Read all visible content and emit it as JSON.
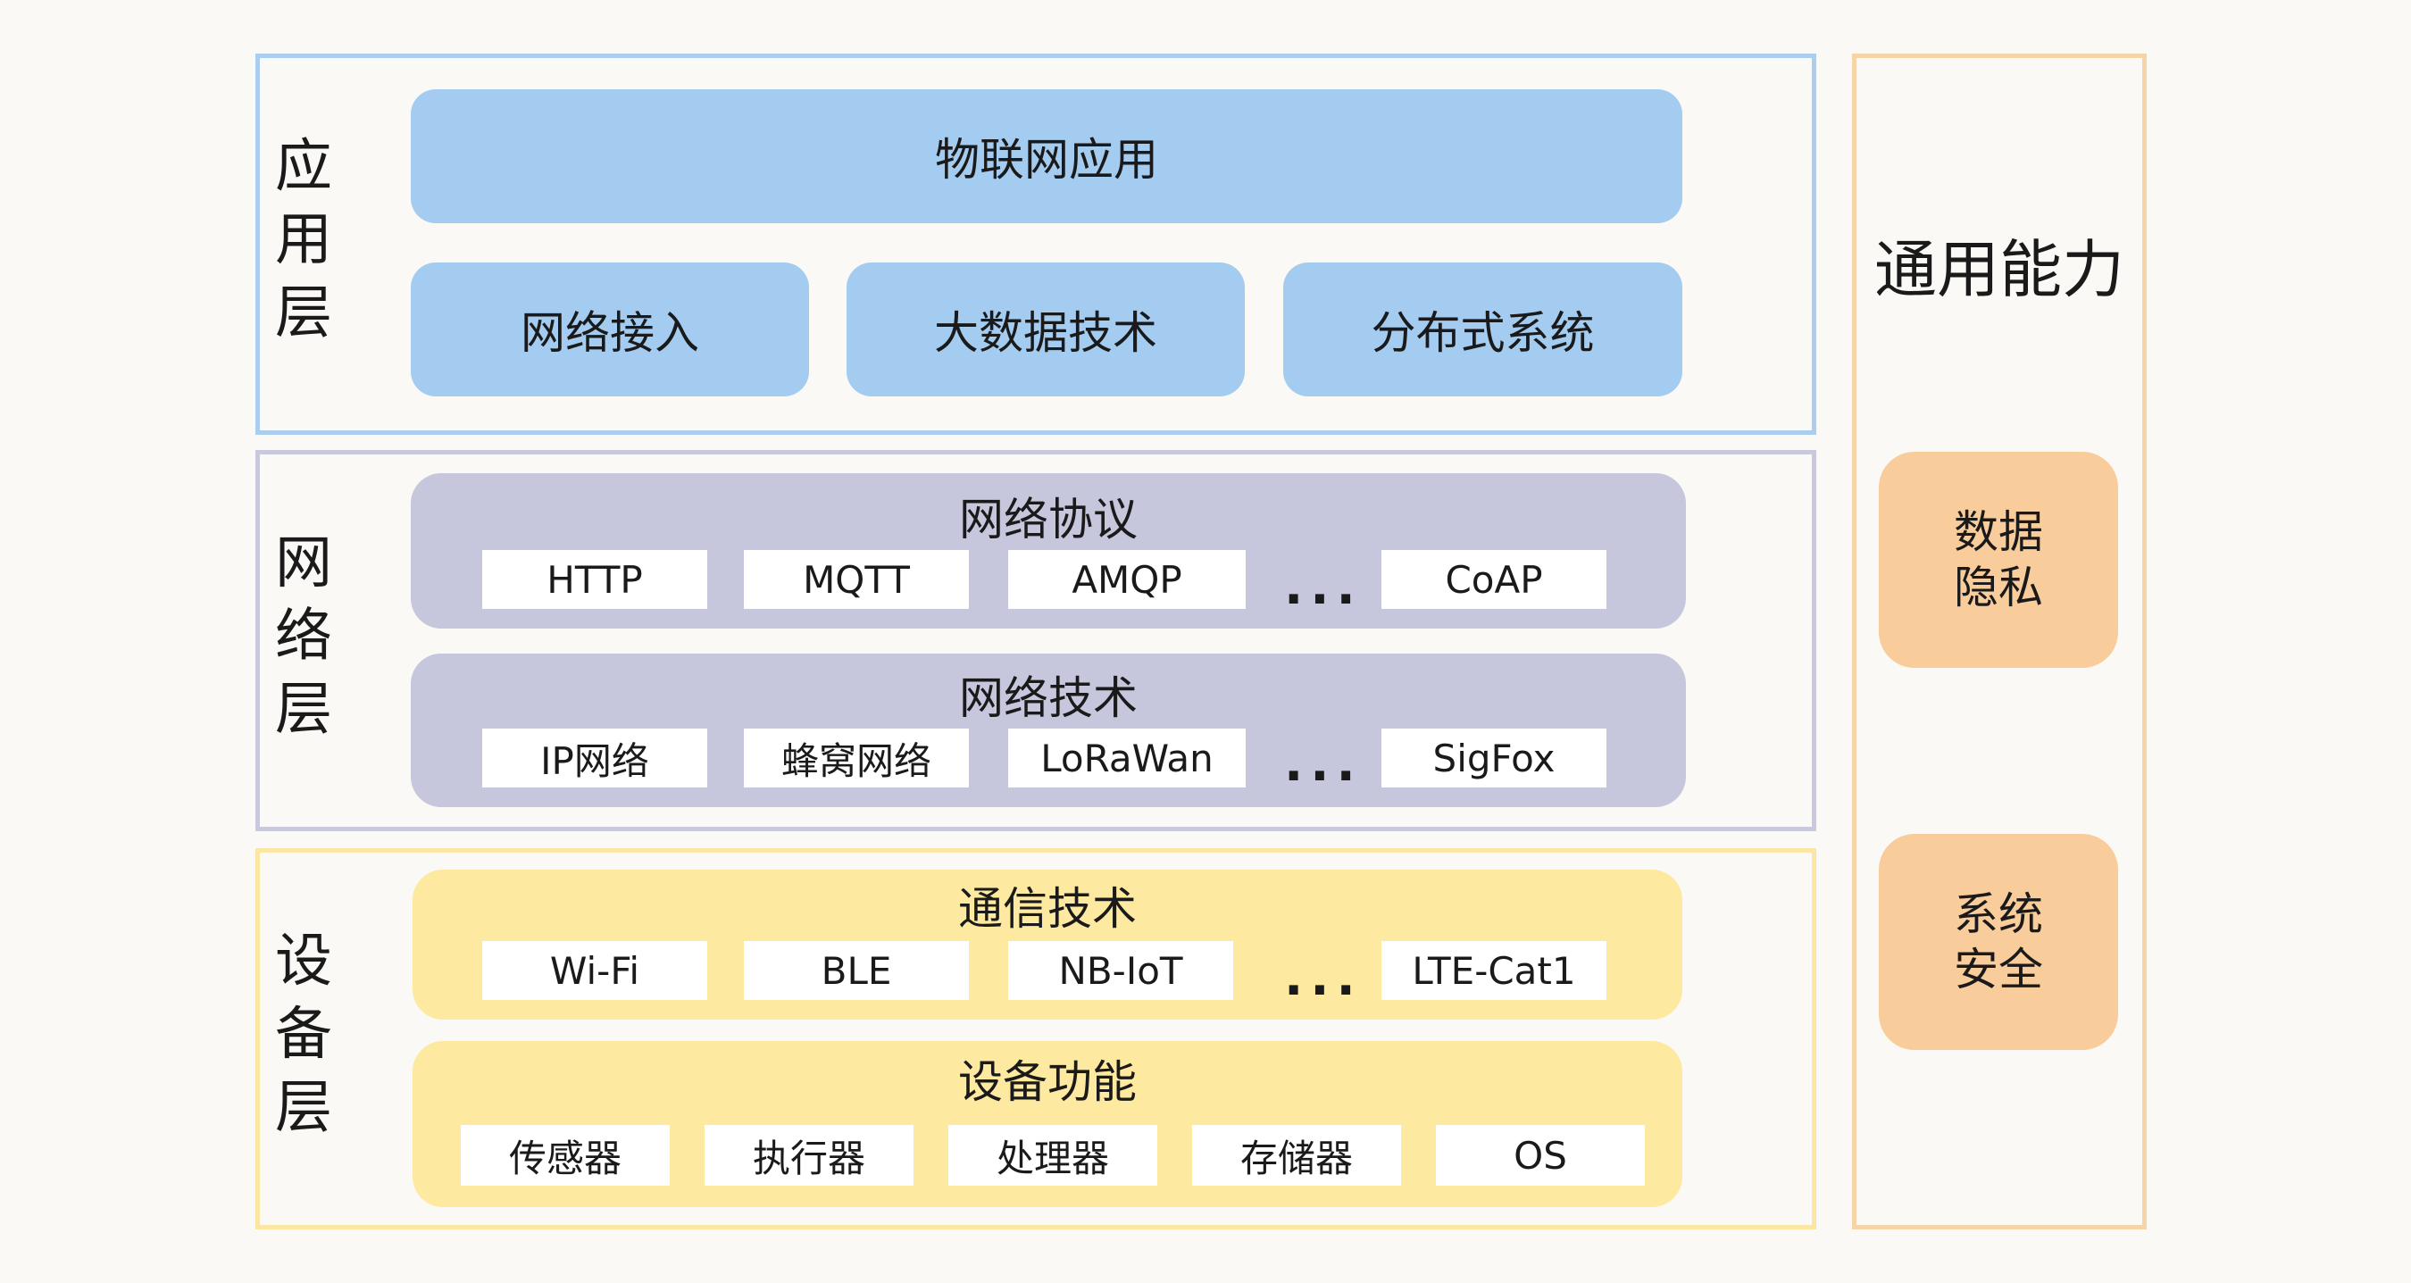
{
  "colors": {
    "application_frame": "#a9cef0",
    "application_block": "#a4cbf0",
    "network_frame": "#c9c8dd",
    "network_group": "#c6c6dd",
    "device_frame": "#fbe7a3",
    "device_group": "#fde99f",
    "side_frame": "#f6d4a8",
    "side_block": "#f9cc9c",
    "chip": "#ffffff"
  },
  "application_layer": {
    "title": "应\n用\n层",
    "iot_app": "物联网应用",
    "blocks": [
      "网络接入",
      "大数据技术",
      "分布式系统"
    ]
  },
  "network_layer": {
    "title": "网\n络\n层",
    "protocols": {
      "title": "网络协议",
      "items": [
        "HTTP",
        "MQTT",
        "AMQP",
        "CoAP"
      ],
      "ellipsis": "..."
    },
    "technologies": {
      "title": "网络技术",
      "items": [
        "IP网络",
        "蜂窝网络",
        "LoRaWan",
        "SigFox"
      ],
      "ellipsis": "..."
    }
  },
  "device_layer": {
    "title": "设\n备\n层",
    "communication": {
      "title": "通信技术",
      "items": [
        "Wi-Fi",
        "BLE",
        "NB-IoT",
        "LTE-Cat1"
      ],
      "ellipsis": "..."
    },
    "functions": {
      "title": "设备功能",
      "items": [
        "传感器",
        "执行器",
        "处理器",
        "存储器",
        "OS"
      ]
    }
  },
  "common_capabilities": {
    "title": "通用能力",
    "blocks": [
      "数据\n隐私",
      "系统\n安全"
    ]
  }
}
